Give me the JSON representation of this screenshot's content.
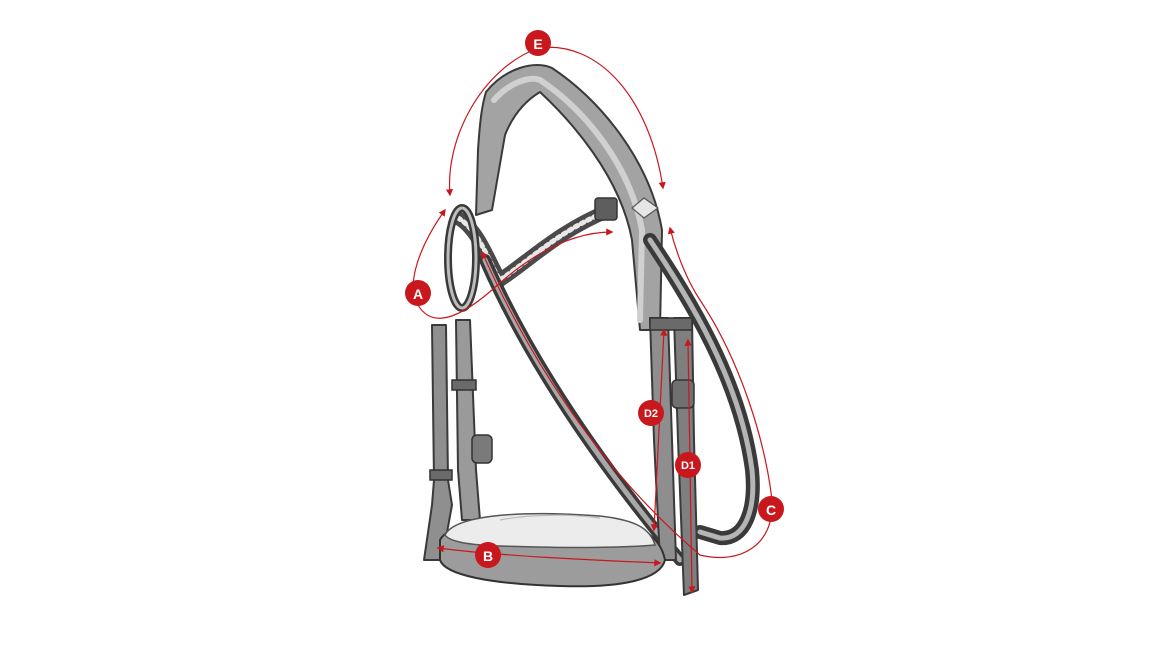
{
  "colors": {
    "measure_red": "#c8181e",
    "leather_dark": "#4a4a4a",
    "leather_light": "#9a9a9a",
    "padding": "#ececec"
  },
  "markers": {
    "A": "A",
    "B": "B",
    "C": "C",
    "D1": "D1",
    "D2": "D2",
    "E": "E"
  }
}
